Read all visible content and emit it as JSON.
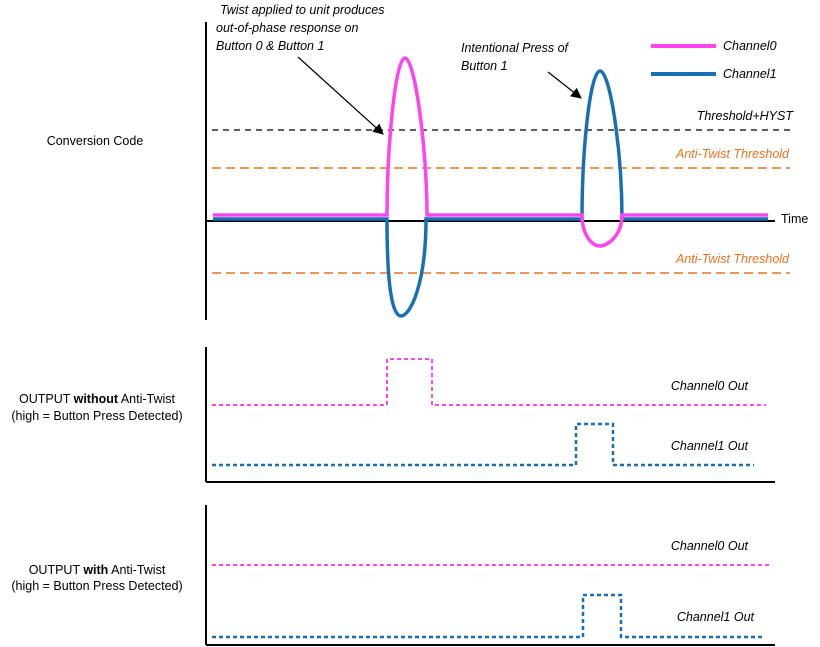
{
  "colors": {
    "channel0": "#ff44ee",
    "channel1": "#1a6fb3",
    "threshold_hyst": "#000000",
    "anti_twist": "#e8731e"
  },
  "top_panel": {
    "y_label": "Conversion Code",
    "x_label": "Time",
    "annotation_twist": [
      "Twist applied to unit produces",
      "out-of-phase response on",
      "Button 0 & Button 1"
    ],
    "annotation_press": [
      "Intentional Press of",
      "Button 1"
    ],
    "legend": [
      "Channel0",
      "Channel1"
    ],
    "threshold_hyst_label": "Threshold+HYST",
    "anti_twist_upper_label": "Anti-Twist Threshold",
    "anti_twist_lower_label": "Anti-Twist Threshold"
  },
  "middle_panel": {
    "label_prefix": "OUTPUT ",
    "label_bold": "without",
    "label_suffix": " Anti-Twist",
    "label_line2": "(high = Button Press Detected)",
    "channel0_out": "Channel0 Out",
    "channel1_out": "Channel1 Out"
  },
  "bottom_panel": {
    "label_prefix": "OUTPUT ",
    "label_bold": "with",
    "label_suffix": " Anti-Twist",
    "label_line2": "(high = Button Press Detected)",
    "channel0_out": "Channel0 Out",
    "channel1_out": "Channel1 Out"
  }
}
